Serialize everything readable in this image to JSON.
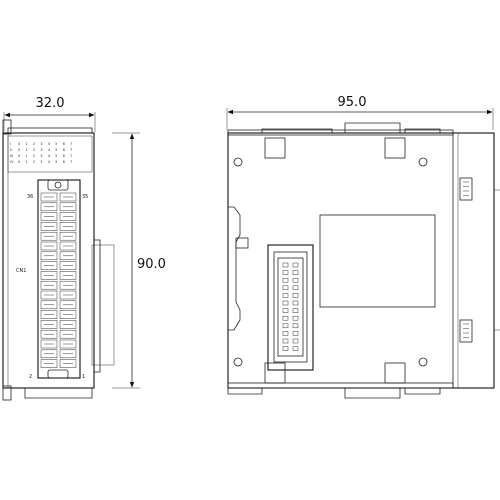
{
  "dimensions": {
    "front_width": "32.0",
    "side_width": "95.0",
    "height": "90.0"
  },
  "front_view": {
    "connector_label": "CN1",
    "pin_top_left": "36",
    "pin_top_right": "35",
    "pin_bottom_left": "2",
    "pin_bottom_right": "1",
    "indicator_rows": [
      {
        "label": "I",
        "digits": "0 1 2 3 4 5 6 7"
      },
      {
        "label": "II",
        "digits": "0 1 2 3 4 5 6 7"
      },
      {
        "label": "III",
        "digits": "0 1 2 3 4 5 6 7"
      },
      {
        "label": "IV",
        "digits": "0 1 2 3 4 5 6 7"
      }
    ]
  }
}
